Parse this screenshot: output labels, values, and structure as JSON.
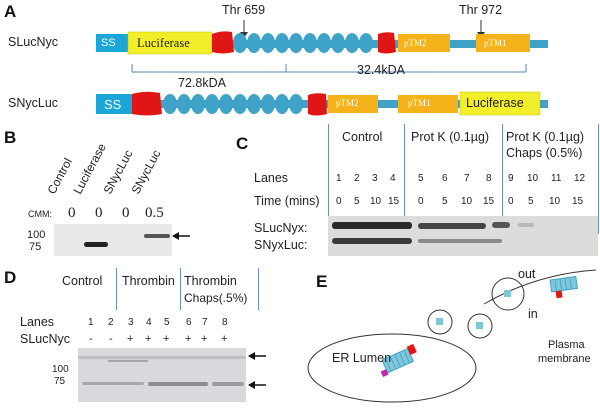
{
  "panel_a": {
    "letter": "A",
    "thr1": "Thr 659",
    "thr2": "Thr 972",
    "construct1": "SLucNyc",
    "construct2": "SNycLuc",
    "ss": "SS",
    "luciferase": "Luciferase",
    "ptm1": "pTM1",
    "ptm2": "pTM2",
    "mass1": "72.8kDA",
    "mass2": "32.4kDA"
  },
  "panel_b": {
    "letter": "B",
    "lane_labels": [
      "Control",
      "Luciferase",
      "SNycLuc",
      "SNycLuc"
    ],
    "cmm_label": "CMM:",
    "cmm_values": [
      "0",
      "0",
      "0",
      "0.5"
    ],
    "markers": [
      "100",
      "75"
    ]
  },
  "panel_c": {
    "letter": "C",
    "groups": [
      "Control",
      "Prot K (0.1µg)",
      "Prot K (0.1µg)",
      "Chaps (0.5%)"
    ],
    "lanes_label": "Lanes",
    "time_label": "Time (mins)",
    "lanes": [
      "1",
      "2",
      "3",
      "4",
      "5",
      "6",
      "7",
      "8",
      "9",
      "10",
      "11",
      "12"
    ],
    "times": [
      "0",
      "5",
      "10",
      "15",
      "0",
      "5",
      "10",
      "15",
      "0",
      "5",
      "10",
      "15"
    ],
    "row1": "SLucNyx:",
    "row2": "SNyxLuc:"
  },
  "panel_d": {
    "letter": "D",
    "groups": [
      "Control",
      "Thrombin",
      "Thrombin",
      "Chaps(.5%)"
    ],
    "lanes_label": "Lanes",
    "construct_label": "SLucNyc",
    "lanes": [
      "1",
      "2",
      "3",
      "4",
      "5",
      "6",
      "7",
      "8"
    ],
    "signs": [
      "-",
      "-",
      "+",
      "+",
      "+",
      "+",
      "+",
      "+"
    ],
    "markers": [
      "100",
      "75"
    ]
  },
  "panel_e": {
    "letter": "E",
    "out": "out",
    "in": "in",
    "er": "ER Lumen",
    "pm1": "Plasma",
    "pm2": "membrane"
  },
  "colors": {
    "ss": "#1aa6d6",
    "luciferase": "#f2ef2a",
    "red": "#e01515",
    "bead": "#3fa3c8",
    "tm": "#f5b21b",
    "divider": "#6f8fb8"
  }
}
